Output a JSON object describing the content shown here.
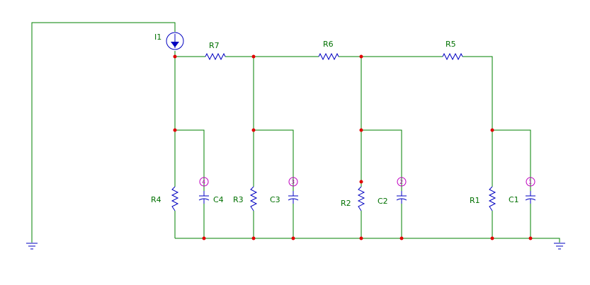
{
  "labels": {
    "I1": "I1",
    "R7": "R7",
    "R6": "R6",
    "R5": "R5",
    "R4": "R4",
    "C4": "C4",
    "R3": "R3",
    "C3": "C3",
    "R2": "R2",
    "C2": "C2",
    "R1": "R1",
    "C1": "C1"
  },
  "pins": {
    "p4": "4",
    "p3": "3",
    "p2": "2",
    "p1": "1"
  },
  "colors": {
    "wire": "#008000",
    "component": "#0000c0",
    "junction": "#e00000",
    "label": "#007000",
    "pin": "#c000c0"
  }
}
